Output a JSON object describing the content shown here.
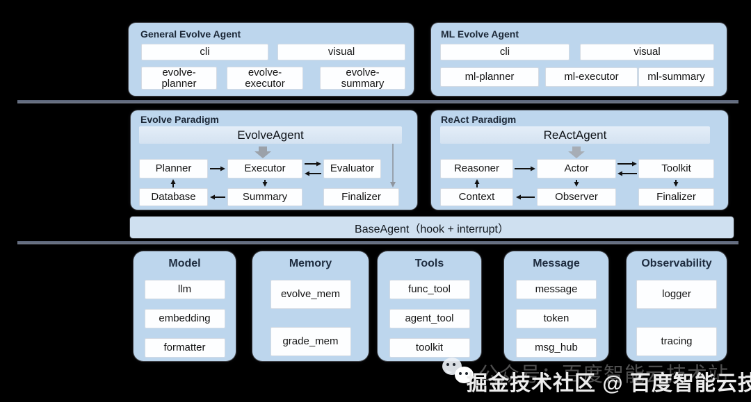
{
  "colors": {
    "background": "#000000",
    "panel_blue": "#bdd6ed",
    "agent_bar": "#dde9f5",
    "base_bar": "#cfe0f0",
    "node_box": "#fdfeff",
    "divider": "#65708a",
    "title_text": "#1b2736",
    "arrow_black": "#111111",
    "arrow_gray": "#8f959e"
  },
  "top_section": {
    "general_agent": {
      "title": "General Evolve Agent",
      "interfaces": [
        "cli",
        "visual"
      ],
      "modules": [
        "evolve-planner",
        "evolve-executor",
        "evolve-summary"
      ]
    },
    "ml_agent": {
      "title": "ML Evolve Agent",
      "interfaces": [
        "cli",
        "visual"
      ],
      "modules": [
        "ml-planner",
        "ml-executor",
        "ml-summary"
      ]
    }
  },
  "middle_section": {
    "evolve_paradigm": {
      "title": "Evolve Paradigm",
      "agent": "EvolveAgent",
      "nodes": {
        "planner": "Planner",
        "executor": "Executor",
        "evaluator": "Evaluator",
        "database": "Database",
        "summary": "Summary",
        "finalizer": "Finalizer"
      }
    },
    "react_paradigm": {
      "title": "ReAct Paradigm",
      "agent": "ReActAgent",
      "nodes": {
        "reasoner": "Reasoner",
        "actor": "Actor",
        "toolkit": "Toolkit",
        "context": "Context",
        "observer": "Observer",
        "finalizer": "Finalizer"
      }
    }
  },
  "base_layer": {
    "label": "BaseAgent（hook + interrupt）"
  },
  "bottom_section": {
    "panels": [
      {
        "title": "Model",
        "items": [
          "llm",
          "embedding",
          "formatter"
        ]
      },
      {
        "title": "Memory",
        "items": [
          "evolve_mem",
          "grade_mem"
        ]
      },
      {
        "title": "Tools",
        "items": [
          "func_tool",
          "agent_tool",
          "toolkit"
        ]
      },
      {
        "title": "Message",
        "items": [
          "message",
          "token",
          "msg_hub"
        ]
      },
      {
        "title": "Observability",
        "items": [
          "logger",
          "tracing"
        ]
      }
    ]
  },
  "watermark": {
    "faded_text": "公众号：百度智能云技术站",
    "main_text": "掘金技术社区 @ 百度智能云技术站",
    "icon": "wechat-bubbles-icon"
  }
}
